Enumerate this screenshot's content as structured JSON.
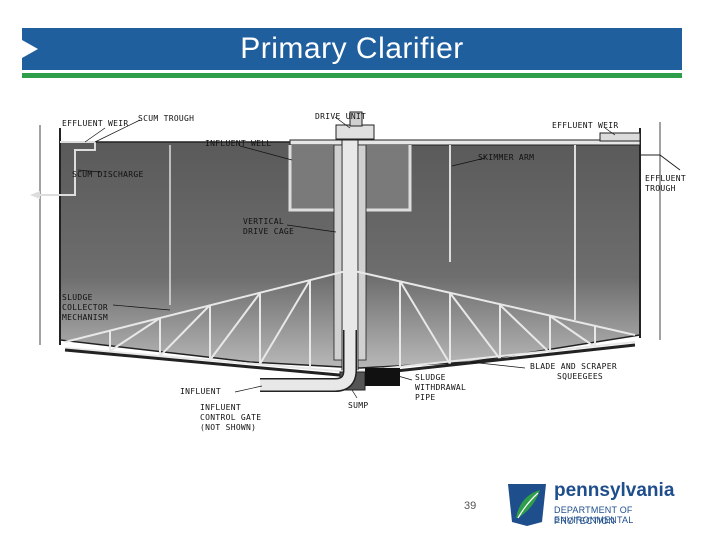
{
  "slide": {
    "title": "Primary Clarifier",
    "page_number": "39"
  },
  "labels": {
    "effluent_weir_left": "EFFLUENT WEIR",
    "scum_trough": "SCUM TROUGH",
    "drive_unit": "DRIVE UNIT",
    "effluent_weir_right": "EFFLUENT WEIR",
    "influent_well": "INFLUENT WELL",
    "skimmer_arm": "SKIMMER ARM",
    "scum_discharge": "SCUM DISCHARGE",
    "effluent_trough_1": "EFFLUENT",
    "effluent_trough_2": "TROUGH",
    "vertical_drive_cage_1": "VERTICAL",
    "vertical_drive_cage_2": "DRIVE CAGE",
    "sludge_collector_1": "SLUDGE",
    "sludge_collector_2": "COLLECTOR",
    "sludge_collector_3": "MECHANISM",
    "blade_scraper_1": "BLADE AND SCRAPER",
    "blade_scraper_2": "SQUEEGEES",
    "sludge_withdrawal_1": "SLUDGE",
    "sludge_withdrawal_2": "WITHDRAWAL",
    "sludge_withdrawal_3": "PIPE",
    "influent": "INFLUENT",
    "influent_gate_1": "INFLUENT",
    "influent_gate_2": "CONTROL GATE",
    "influent_gate_3": "(NOT SHOWN)",
    "sump": "SUMP"
  },
  "logo": {
    "word": "pennsylvania",
    "line1": "DEPARTMENT OF ENVIRONMENTAL",
    "line2": "PROTECTION"
  },
  "colors": {
    "title_bar": "#1f5f9e",
    "accent_line": "#2e9e4a",
    "logo_text": "#1f4e8c"
  }
}
